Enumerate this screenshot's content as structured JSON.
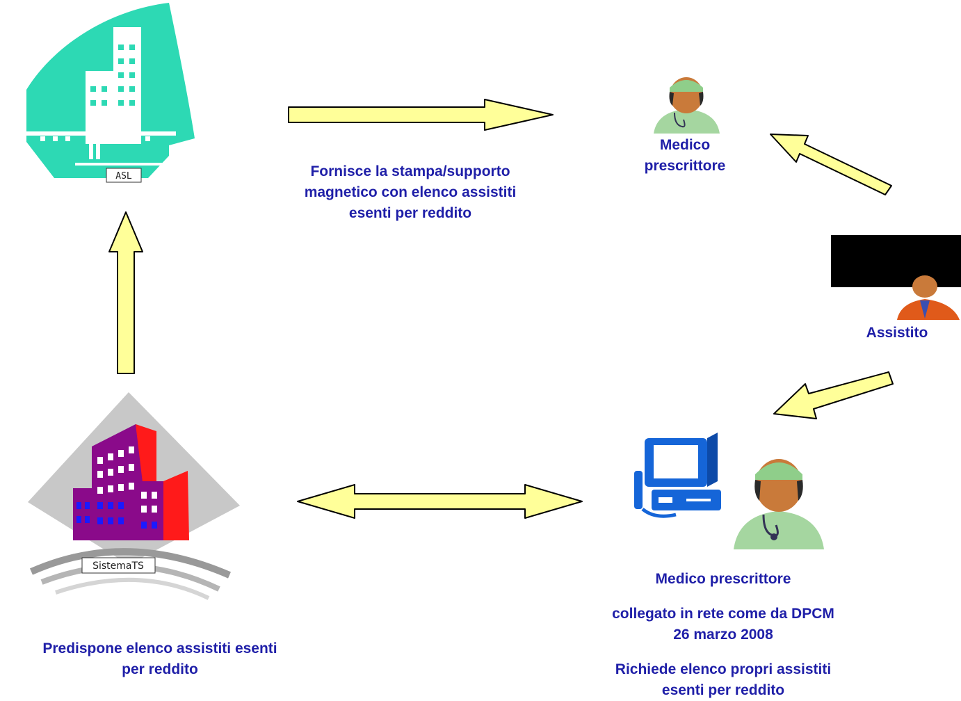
{
  "asl": {
    "logo_text": "ASL"
  },
  "sistemats": {
    "logo_text": "SistemaTS"
  },
  "top_caption": {
    "line1": "Fornisce la stampa/supporto",
    "line2": "magnetico con elenco assistiti",
    "line3": "esenti per reddito"
  },
  "medico_top": {
    "line1": "Medico",
    "line2": "prescrittore"
  },
  "assistito": {
    "label": "Assistito"
  },
  "left_caption": {
    "line1": "Predispone elenco assistiti esenti",
    "line2": "per reddito"
  },
  "medico_bottom": {
    "title": "Medico prescrittore",
    "line1": "collegato in rete come da DPCM",
    "line2": "26 marzo 2008",
    "line3": "Richiede elenco propri assistiti",
    "line4": "esenti per reddito"
  },
  "colors": {
    "arrow_fill": "#ffff99",
    "text": "#1f1fa8",
    "asl_teal": "#2dd9b4",
    "building_purple": "#8a0a8a",
    "building_red": "#ff1a1a",
    "computer_blue": "#1565d8",
    "nurse_green": "#a5d6a0"
  }
}
